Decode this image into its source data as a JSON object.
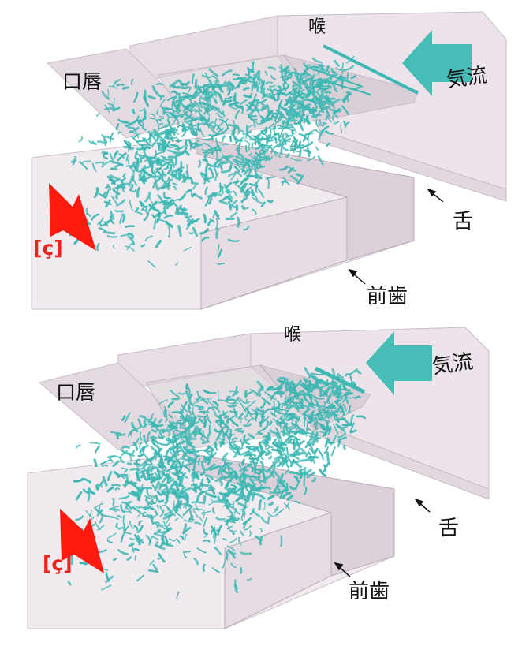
{
  "panels": [
    {
      "labels": {
        "throat": "喉",
        "airflow": "気流",
        "lips": "口唇",
        "tongue": "舌",
        "teeth": "前歯",
        "sound": "[ç]"
      }
    },
    {
      "labels": {
        "throat": "喉",
        "airflow": "気流",
        "lips": "口唇",
        "tongue": "舌",
        "teeth": "前歯",
        "sound": "[ç]"
      }
    }
  ],
  "colors": {
    "turbulence": "#3fb8b4",
    "airflow_arrow": "#46bdb6",
    "outflow_arrow": "#ff1a10",
    "sound_label": "#e8241c",
    "tract_fill": "#ece4ea",
    "tract_edge": "#c8bcc6"
  }
}
